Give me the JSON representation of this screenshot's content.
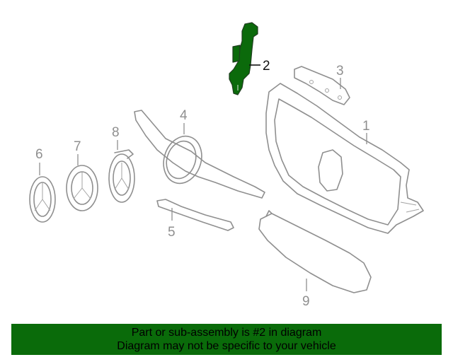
{
  "diagram": {
    "highlight_color": "#0b6a0b",
    "banner_color": "#0a6b0a",
    "callouts": {
      "c1": "1",
      "c2": "2",
      "c3": "3",
      "c4": "4",
      "c5": "5",
      "c6": "6",
      "c7": "7",
      "c8": "8",
      "c9": "9"
    }
  },
  "banner": {
    "line1": "Part or sub-assembly is #2 in diagram",
    "line2": "Diagram may not be specific to your vehicle"
  }
}
